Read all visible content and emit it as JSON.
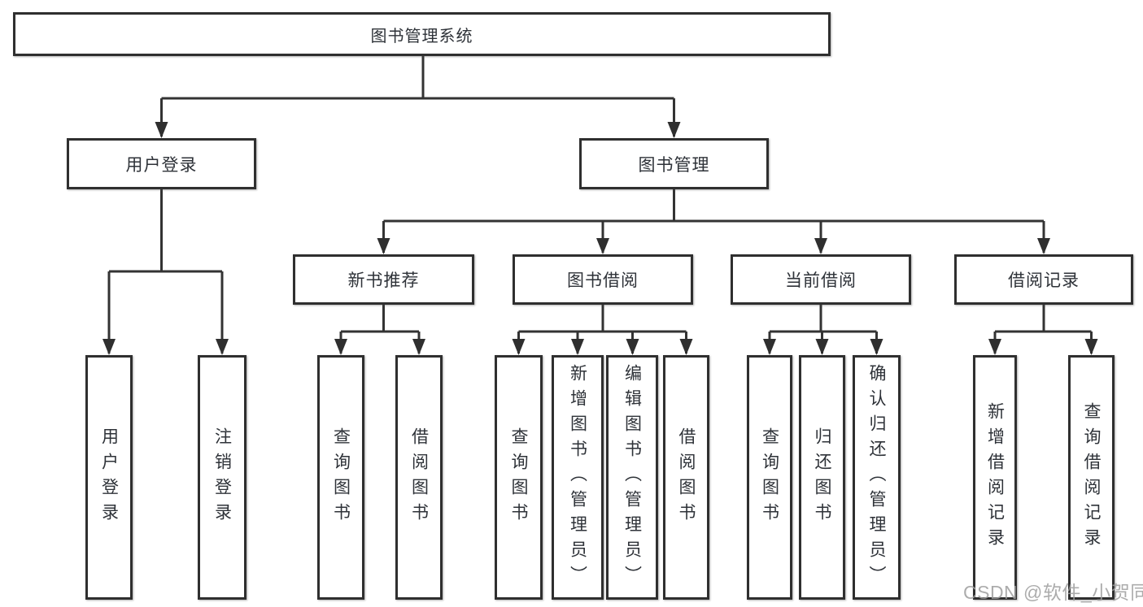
{
  "colors": {
    "line": "#333333",
    "box_border": "#2f2f2f",
    "text": "#2e3238",
    "background": "#ffffff",
    "watermark": "#9e9e9e"
  },
  "watermark": {
    "text": "CSDN @软件_小贺同学"
  },
  "tree": {
    "label": "图书管理系统",
    "children": [
      {
        "label": "用户登录",
        "children": [
          {
            "label": "用户登录"
          },
          {
            "label": "注销登录"
          }
        ]
      },
      {
        "label": "图书管理",
        "children": [
          {
            "label": "新书推荐",
            "children": [
              {
                "label": "查询图书"
              },
              {
                "label": "借阅图书"
              }
            ]
          },
          {
            "label": "图书借阅",
            "children": [
              {
                "label": "查询图书"
              },
              {
                "label": "新增图书（管理员）"
              },
              {
                "label": "编辑图书（管理员）"
              },
              {
                "label": "借阅图书"
              }
            ]
          },
          {
            "label": "当前借阅",
            "children": [
              {
                "label": "查询图书"
              },
              {
                "label": "归还图书"
              },
              {
                "label": "确认归还（管理员）"
              }
            ]
          },
          {
            "label": "借阅记录",
            "children": [
              {
                "label": "新增借阅记录"
              },
              {
                "label": "查询借阅记录"
              }
            ]
          }
        ]
      }
    ]
  }
}
